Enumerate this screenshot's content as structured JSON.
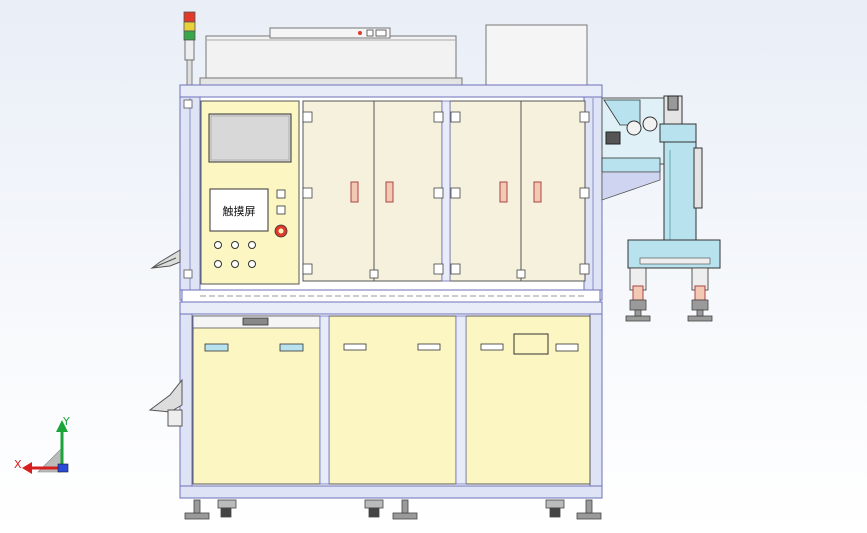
{
  "colors": {
    "background_top": "#e9eef7",
    "frame": "#b7bde8",
    "frame_dark": "#6b72b8",
    "panel_yellow": "#fbf6c2",
    "door_cream": "#f6f1dd",
    "screen_gray": "#d8d8d8",
    "conveyor_cyan": "#b9e2ef",
    "hood_gray": "#f2f2f2",
    "tower_red": "#e03a2a",
    "tower_yellow": "#e8d23a",
    "tower_green": "#3aa64a",
    "axis_green": "#1aa43a",
    "axis_red": "#d62020",
    "axis_blue": "#2a4bd8"
  },
  "machine": {
    "touch_screen_label": "触摸屏"
  },
  "triad": {
    "y_label": "Y",
    "x_label": "X"
  }
}
